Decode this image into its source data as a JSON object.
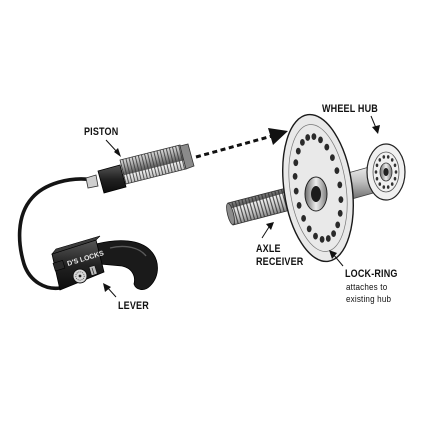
{
  "labels": {
    "piston": "PISTON",
    "wheel_hub": "WHEEL HUB",
    "axle_line1": "AXLE",
    "axle_line2": "RECEIVER",
    "lock_ring_line1": "LOCK-RING",
    "lock_ring_line2": "attaches to",
    "lock_ring_line3": "existing hub",
    "lever": "LEVER"
  },
  "brand_text": "D'S LOCKS",
  "colors": {
    "ink": "#111111",
    "metal_light": "#e6e6e6",
    "metal_mid": "#a9a9a9",
    "metal_dark": "#4a4a4a",
    "body_black": "#1c1c1c"
  }
}
